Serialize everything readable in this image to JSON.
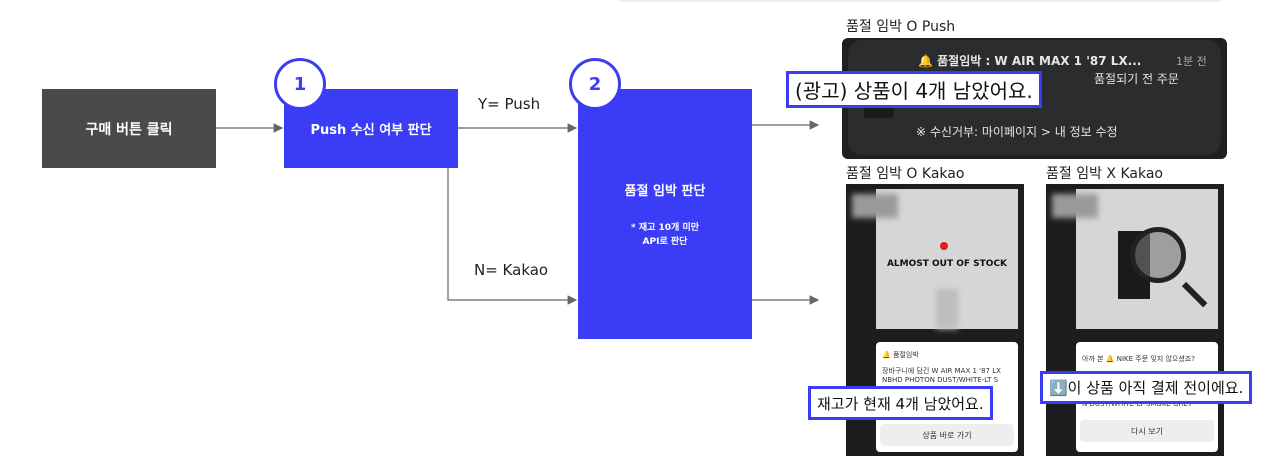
{
  "flow": {
    "start": "구매 버튼 클릭",
    "step1": {
      "badge": "1",
      "label_bold": "Push",
      "label_rest": " 수신 여부 판단"
    },
    "step2": {
      "badge": "2",
      "title": "품절 임박 판단",
      "note_line1": "* 재고 10개 미만",
      "note_line2": "API로 판단"
    },
    "edge_yes": "Y= Push",
    "edge_no": "N= Kakao"
  },
  "push_preview": {
    "caption": "품절 임박 O Push",
    "title": "🔔 품절임박 : W AIR MAX 1 '87 LX...",
    "time": "1분 전",
    "body_fragment": "품절되기 전 주문",
    "footer": "※ 수신거부: 마이페이지 > 내 정보 수정",
    "callout": "(광고) 상품이 4개 남았어요."
  },
  "kakao_o": {
    "caption": "품절 임박 O Kakao",
    "image_text": "ALMOST OUT OF STOCK",
    "card_title": "🔔 품절임박",
    "card_line1": "장바구니에 담긴 W AIR MAX 1 '87 LX",
    "card_line2": "NBHD PHOTON DUST/WHITE-LT S",
    "button": "상품 바로 가기",
    "callout": "재고가 현재 4개 남았어요."
  },
  "kakao_x": {
    "caption": "품절 임박 X Kakao",
    "card_title": "아까 본 🔔 NIKE 주문 잊지 않으셨죠?",
    "card_line": "N DUST/WHITE-LT SMOKE GREY",
    "button": "다시 보기",
    "callout": "⬇️이 상품 아직 결제 전이에요."
  },
  "colors": {
    "accent": "#3a3df5",
    "dark_box": "#4a4a4a",
    "phone_bg": "#1d1d1f"
  }
}
